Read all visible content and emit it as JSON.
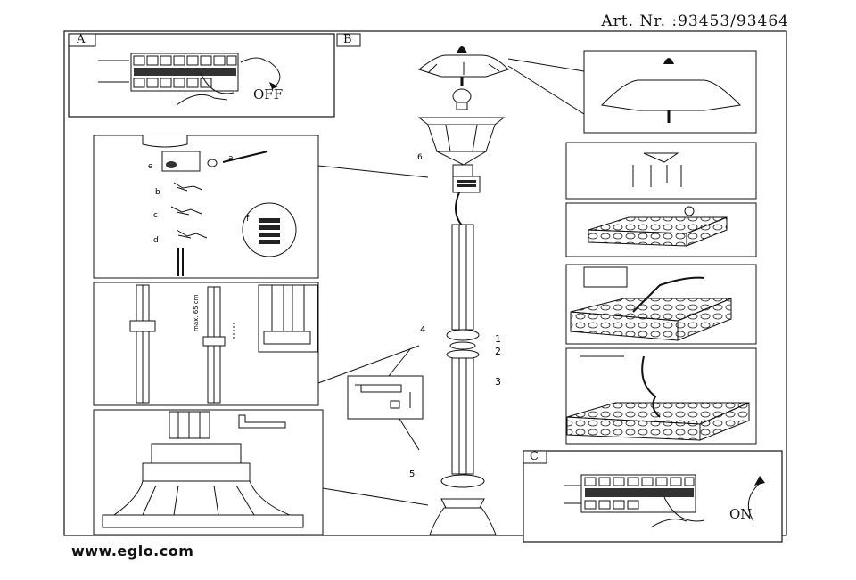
{
  "header": {
    "article_number": "Art. Nr. :93453/93464"
  },
  "footer": {
    "website": "www.eglo.com"
  },
  "panels": {
    "a": {
      "label": "A",
      "switch_text": "OFF"
    },
    "b": {
      "label": "B"
    },
    "c": {
      "label": "C",
      "switch_text": "ON"
    }
  },
  "detail_letters": [
    "a",
    "b",
    "c",
    "d",
    "e",
    "f"
  ],
  "step_numbers": [
    "1",
    "2",
    "3"
  ],
  "circled_numbers": [
    "4",
    "5",
    "6"
  ],
  "height_note": "max. 65 cm"
}
